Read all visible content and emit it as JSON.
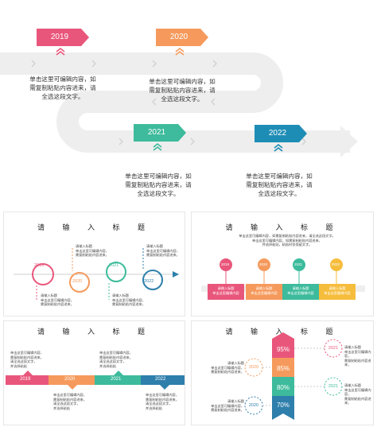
{
  "colors": {
    "pink": "#e9567b",
    "orange": "#f59a5c",
    "teal": "#3dbb9c",
    "blue": "#2e7fab",
    "yellow": "#f6bd3d",
    "grey": "#eeeeee"
  },
  "hero": {
    "years": [
      "2019",
      "2020",
      "2021",
      "2022"
    ],
    "text_lines": [
      "单击这里可编辑内容，如",
      "需复制粘贴内容进来，请",
      "全选这段文字。"
    ]
  },
  "panel1": {
    "title": "请  输  入  标  题",
    "years": [
      "2019",
      "2020",
      "2021",
      "2022"
    ],
    "note_title": "请输入标题",
    "note_lines": [
      "单击这里可编辑内容，",
      "需复制粘贴内容进来，",
      "请全选这段文字。"
    ]
  },
  "panel2": {
    "title": "请  输  入  标  题",
    "intro_lines": [
      "单击这里可编辑内容，如需复制粘贴内容进来，请全选这段文字。",
      "单击这里可编辑内容，如需复制粘贴内容进来，",
      "并选择粘贴，粘贴时仅保留文字。"
    ],
    "years": [
      "2019",
      "2020",
      "2021",
      "2022"
    ],
    "card_title": "请输入标题",
    "card_text": "单击这里编辑内容"
  },
  "panel3": {
    "title": "请  输  入  标  题",
    "years": [
      "2019",
      "2020",
      "2021",
      "2022"
    ],
    "text_lines": [
      "单击这里可编辑内容，",
      "需复制粘贴内容进来，",
      "请全选这段文字，",
      "并选择粘贴"
    ]
  },
  "panel4": {
    "title": "请  输  入  标  题",
    "percents": [
      "95%",
      "85%",
      "80%",
      "70%"
    ],
    "years": [
      "2021",
      "2020",
      "2021",
      "2020"
    ],
    "note_title": "请输入标题",
    "note_lines": [
      "单击这里可编辑内容，",
      "需复制粘贴内容进来，",
      "请全选这段文字。"
    ]
  }
}
